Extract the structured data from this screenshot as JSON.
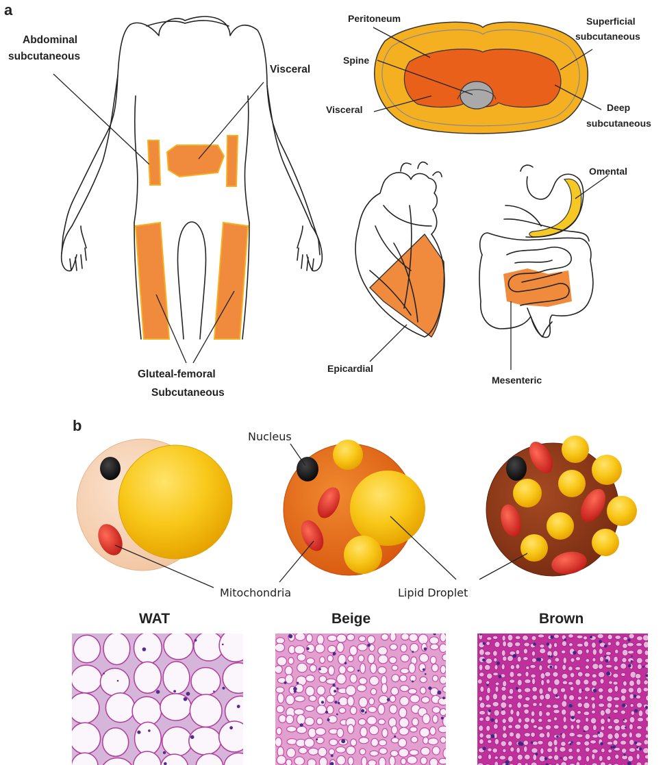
{
  "panels": {
    "a": "a",
    "b": "b"
  },
  "body_labels": {
    "abdominal": "Abdominal",
    "subcutaneous": "subcutaneous",
    "visceral": "Visceral",
    "gluteal": "Gluteal-femoral",
    "gluteal_sub": "Subcutaneous"
  },
  "cross_section_labels": {
    "peritoneum": "Peritoneum",
    "spine": "Spine",
    "visceral": "Visceral",
    "superficial": "Superficial",
    "superficial_sub": "subcutaneous",
    "deep": "Deep",
    "deep_sub": "subcutaneous"
  },
  "organ_labels": {
    "epicardial": "Epicardial",
    "omental": "Omental",
    "mesenteric": "Mesenteric"
  },
  "cell_labels": {
    "nucleus": "Nucleus",
    "mitochondria": "Mitochondria",
    "lipid_droplet": "Lipid Droplet"
  },
  "histology_titles": [
    "WAT",
    "Beige",
    "Brown"
  ],
  "colors": {
    "fat_orange": "#f08a3c",
    "subcut_yellow": "#f5b021",
    "lipid_yellow": "#f7c21a",
    "mito_red": "#d8322d",
    "wat_cell": "#f6d2b4",
    "beige_cell": "#e86a1c",
    "brown_cell": "#8f3a1c",
    "stain_pink": "#cc3fa6"
  }
}
